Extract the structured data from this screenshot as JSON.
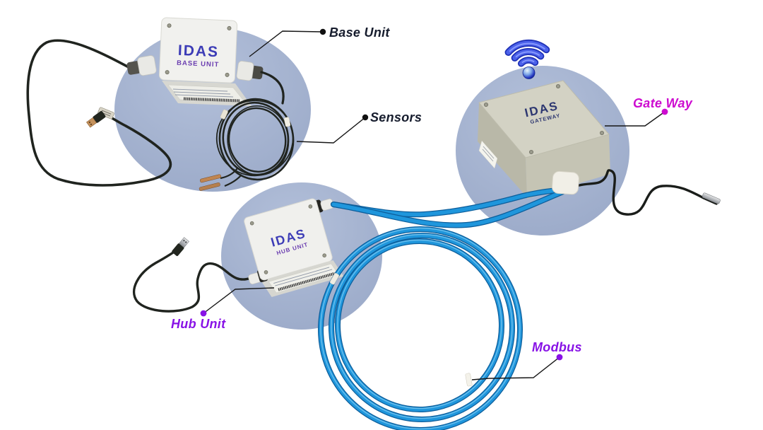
{
  "labels": {
    "base_unit": "Base Unit",
    "sensors": "Sensors",
    "gateway": "Gate Way",
    "hub_unit": "Hub Unit",
    "modbus": "Modbus"
  },
  "devices": {
    "base_unit": {
      "brand": "IDAS",
      "model": "BASE UNIT"
    },
    "gateway": {
      "brand": "IDAS",
      "model": "GATEWAY"
    },
    "hub_unit": {
      "brand": "IDAS",
      "model": "HUB UNIT"
    }
  },
  "icons": {
    "wifi": "wifi-icon"
  },
  "colors": {
    "background": "#ffffff",
    "circle": "#a2afcc",
    "label_dark": "#161c2d",
    "label_magenta": "#cd0bd0",
    "label_purple": "#8812e6",
    "brand_blue": "#3c3cb6",
    "brand_purple": "#6a3db0",
    "gateway_navy": "#2c3670",
    "cable_blue": "#1f96dc",
    "cable_black": "#20241f",
    "wifi_blue": "#2b3fd0"
  }
}
